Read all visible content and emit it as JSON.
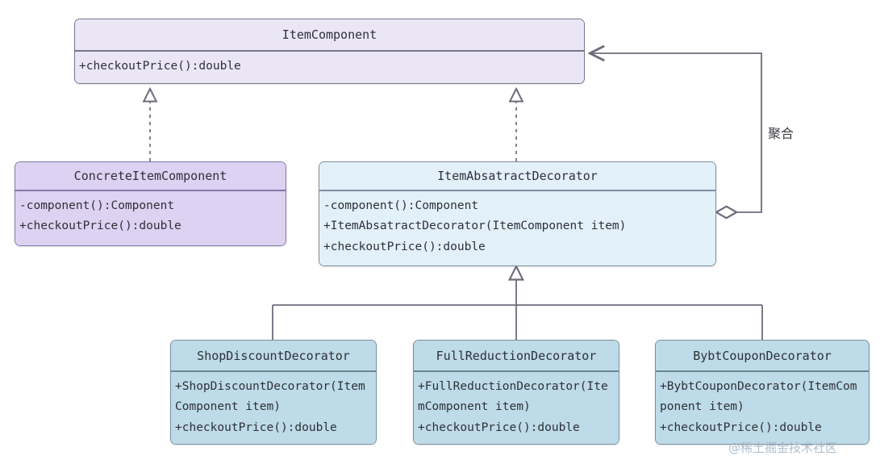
{
  "diagram": {
    "type": "uml-class-diagram",
    "background": "#ffffff",
    "classes": [
      {
        "id": "item-component",
        "name": "ItemComponent",
        "members": [
          "+checkoutPrice():double"
        ],
        "fill": "#eae6f5",
        "border": "#77778f"
      },
      {
        "id": "concrete-item-component",
        "name": "ConcreteItemComponent",
        "members": [
          "-component():Component",
          "+checkoutPrice():double"
        ],
        "fill": "#ddd2f2",
        "border": "#8478a8"
      },
      {
        "id": "item-absatract-decorator",
        "name": "ItemAbsatractDecorator",
        "members": [
          "-component():Component",
          "+ItemAbsatractDecorator(ItemComponent item)",
          "+checkoutPrice():double"
        ],
        "fill": "#e2f0f8",
        "border": "#7b8fa0"
      },
      {
        "id": "shop-discount-decorator",
        "name": "ShopDiscountDecorator",
        "members": [
          "+ShopDiscountDecorator(ItemComponent item)",
          "+checkoutPrice():double"
        ],
        "fill": "#bddbe8",
        "border": "#7b8fa0"
      },
      {
        "id": "full-reduction-decorator",
        "name": "FullReductionDecorator",
        "members": [
          "+FullReductionDecorator(ItemComponent item)",
          "+checkoutPrice():double"
        ],
        "fill": "#bddbe8",
        "border": "#7b8fa0"
      },
      {
        "id": "bybt-coupon-decorator",
        "name": "BybtCouponDecorator",
        "members": [
          "+BybtCouponDecorator(ItemComponent item)",
          "+checkoutPrice():double"
        ],
        "fill": "#bddbe8",
        "border": "#7b8fa0"
      }
    ],
    "relations": [
      {
        "id": "realize-concrete",
        "kind": "realization",
        "from": "concrete-item-component",
        "to": "item-component",
        "style": "dashed",
        "arrow": "hollow-triangle",
        "label": ""
      },
      {
        "id": "realize-abstract",
        "kind": "realization",
        "from": "item-absatract-decorator",
        "to": "item-component",
        "style": "dashed",
        "arrow": "hollow-triangle",
        "label": ""
      },
      {
        "id": "aggregation-link",
        "kind": "aggregation",
        "from": "item-absatract-decorator",
        "to": "item-component",
        "style": "solid",
        "arrow": "open-arrow",
        "sourceDecoration": "hollow-diamond",
        "label": "聚合"
      },
      {
        "id": "generalize-shop",
        "kind": "generalization",
        "from": "shop-discount-decorator",
        "to": "item-absatract-decorator",
        "style": "solid",
        "arrow": "hollow-triangle",
        "label": ""
      },
      {
        "id": "generalize-full",
        "kind": "generalization",
        "from": "full-reduction-decorator",
        "to": "item-absatract-decorator",
        "style": "solid",
        "arrow": "hollow-triangle",
        "label": ""
      },
      {
        "id": "generalize-bybt",
        "kind": "generalization",
        "from": "bybt-coupon-decorator",
        "to": "item-absatract-decorator",
        "style": "solid",
        "arrow": "hollow-triangle",
        "label": ""
      }
    ],
    "edge_labels": {
      "aggregation": "聚合"
    },
    "watermark": "@稀土掘金技术社区"
  }
}
